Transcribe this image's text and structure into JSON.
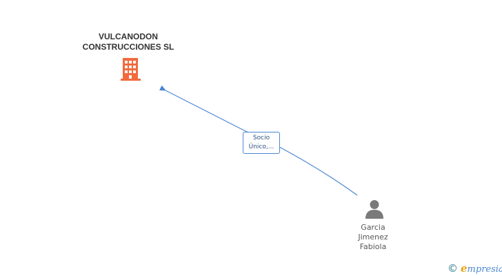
{
  "company": {
    "name_line1": "VULCANODON",
    "name_line2": "CONSTRUCCIONES SL",
    "icon": "building-icon",
    "icon_color": "#f26a3d"
  },
  "relation": {
    "label_line1": "Socio",
    "label_line2": "Único,...",
    "color": "#4a86d1"
  },
  "person": {
    "name_line1": "Garcia",
    "name_line2": "Jimenez",
    "name_line3": "Fabiola",
    "icon": "person-icon",
    "icon_color": "#7a7a7a"
  },
  "brand": {
    "copyright": "©",
    "name_first": "e",
    "name_rest": "mpresia",
    "primary_color": "#4a86d1",
    "accent_color": "#e8a317"
  }
}
